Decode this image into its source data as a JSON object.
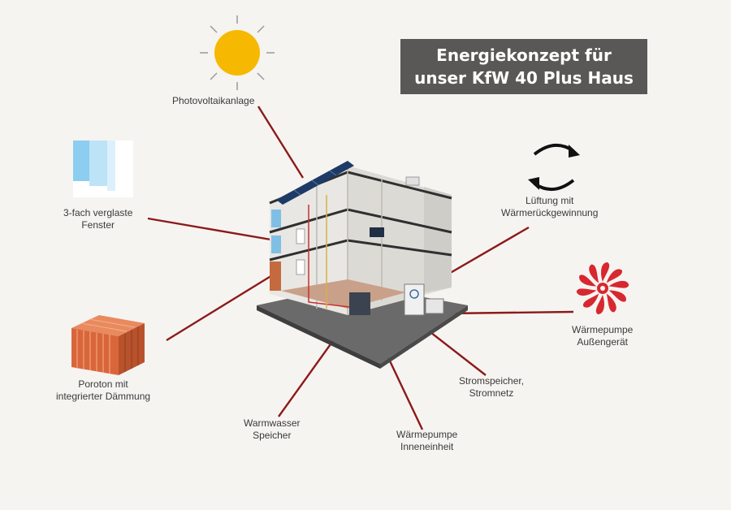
{
  "title": {
    "line1": "Energiekonzept für",
    "line2": "unser KfW 40 Plus Haus"
  },
  "labels": {
    "photovoltaik": "Photovoltaikanlage",
    "fenster": {
      "line1": "3-fach verglaste",
      "line2": "Fenster"
    },
    "lueftung": {
      "line1": "Lüftung mit",
      "line2": "Wärmerückgewinnung"
    },
    "aussen": {
      "line1": "Wärmepumpe",
      "line2": "Außengerät"
    },
    "poroton": {
      "line1": "Poroton mit",
      "line2": "integrierter Dämmung"
    },
    "warmwasser": {
      "line1": "Warmwasser",
      "line2": "Speicher"
    },
    "innen": {
      "line1": "Wärmepumpe",
      "line2": "Inneneinheit"
    },
    "strom": {
      "line1": "Stromspeicher,",
      "line2": "Stromnetz"
    }
  },
  "colors": {
    "leader": "#8b1a1a",
    "sun": "#f6b800",
    "fan": "#d7282f",
    "brick": "#d9663a",
    "title_bg": "#5a5857"
  },
  "icons": [
    "sun-icon",
    "window-icon",
    "ventilation-arrows-icon",
    "fan-icon",
    "brick-icon",
    "house-cutaway-illustration"
  ]
}
